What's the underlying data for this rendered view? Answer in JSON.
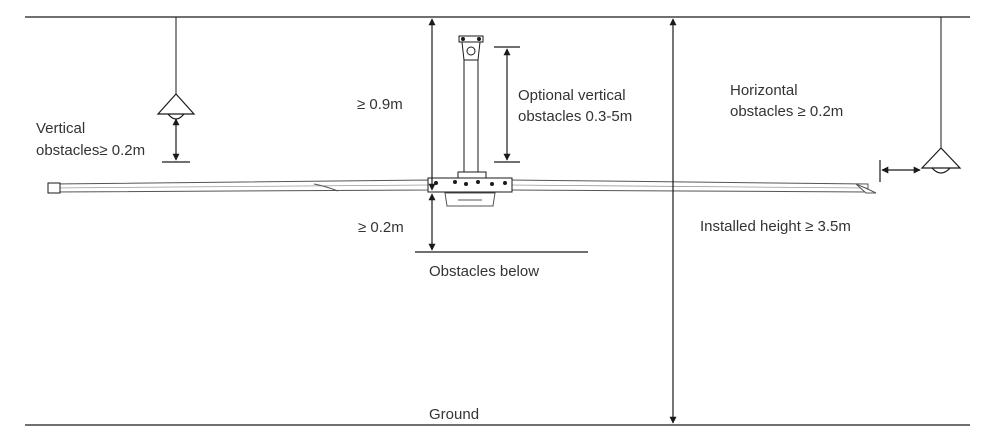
{
  "labels": {
    "vertical_obstacles_1": "Vertical",
    "vertical_obstacles_2": "obstacles≥ 0.2m",
    "top_clearance": "≥ 0.9m",
    "optional_vertical_1": "Optional vertical",
    "optional_vertical_2": "obstacles 0.3-5m",
    "horizontal_obstacles_1": "Horizontal",
    "horizontal_obstacles_2": "obstacles ≥ 0.2m",
    "bottom_clearance": "≥ 0.2m",
    "obstacles_below": "Obstacles below",
    "installed_height": "Installed height ≥ 3.5m",
    "ground": "Ground"
  },
  "colors": {
    "line": "#1a1a1a",
    "text": "#333333",
    "fan_stroke": "#555555"
  }
}
